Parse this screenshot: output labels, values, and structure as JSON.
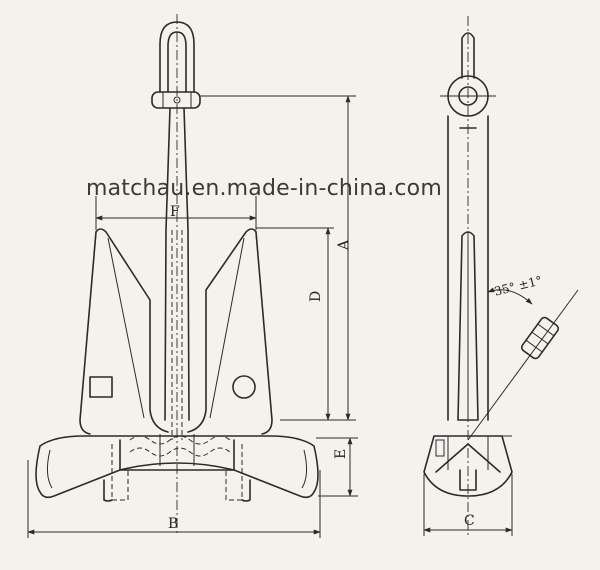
{
  "watermark": "matchau.en.made-in-china.com",
  "dimensions": {
    "A": "A",
    "B": "B",
    "C": "C",
    "D": "D",
    "E": "E",
    "F": "F"
  },
  "angle_label": "35° ±1°"
}
